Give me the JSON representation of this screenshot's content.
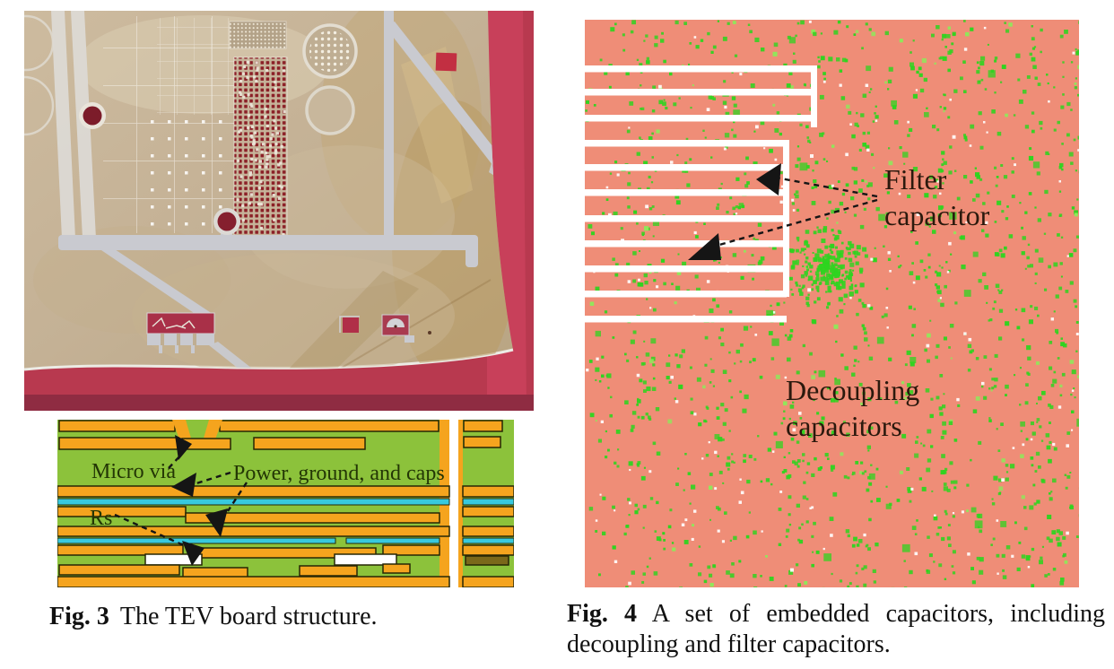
{
  "page": {
    "background": "#ffffff"
  },
  "figure3": {
    "photo": {
      "colors": {
        "board_tan": "#c4b195",
        "trace_gray": "#c9cad0",
        "backdrop_crimson": "#b8394f",
        "hole_dark_red": "#7c1c2a",
        "cutout_red": "#a93048"
      }
    },
    "diagram": {
      "labels": {
        "micro_via": "Micro via",
        "power_ground_caps": "Power, ground, and caps",
        "rs": "Rs"
      },
      "colors": {
        "board_green": "#8cc23b",
        "copper_orange": "#f5a41e",
        "capacitor_cyan": "#38c9de",
        "resistor_white": "#ffffff",
        "outline": "#262605",
        "label_text": "#233605"
      }
    },
    "caption": {
      "number": "Fig. 3",
      "text": "The TEV board structure."
    }
  },
  "figure4": {
    "labels": {
      "filter_line1": "Filter",
      "filter_line2": "capacitor",
      "decoupling_line1": "Decoupling",
      "decoupling_line2": "capacitors"
    },
    "colors": {
      "background_salmon": "#ef8d77",
      "speckle_green": "#2fd41f",
      "speckle_green_light": "#8fe85a",
      "speckle_white": "#ffffff",
      "stripe_white": "#ffffff",
      "annotation_text": "#2b190d"
    },
    "caption": {
      "number": "Fig. 4",
      "line1": "A set of embedded capacitors, including",
      "line2": "decoupling and filter capacitors."
    }
  }
}
